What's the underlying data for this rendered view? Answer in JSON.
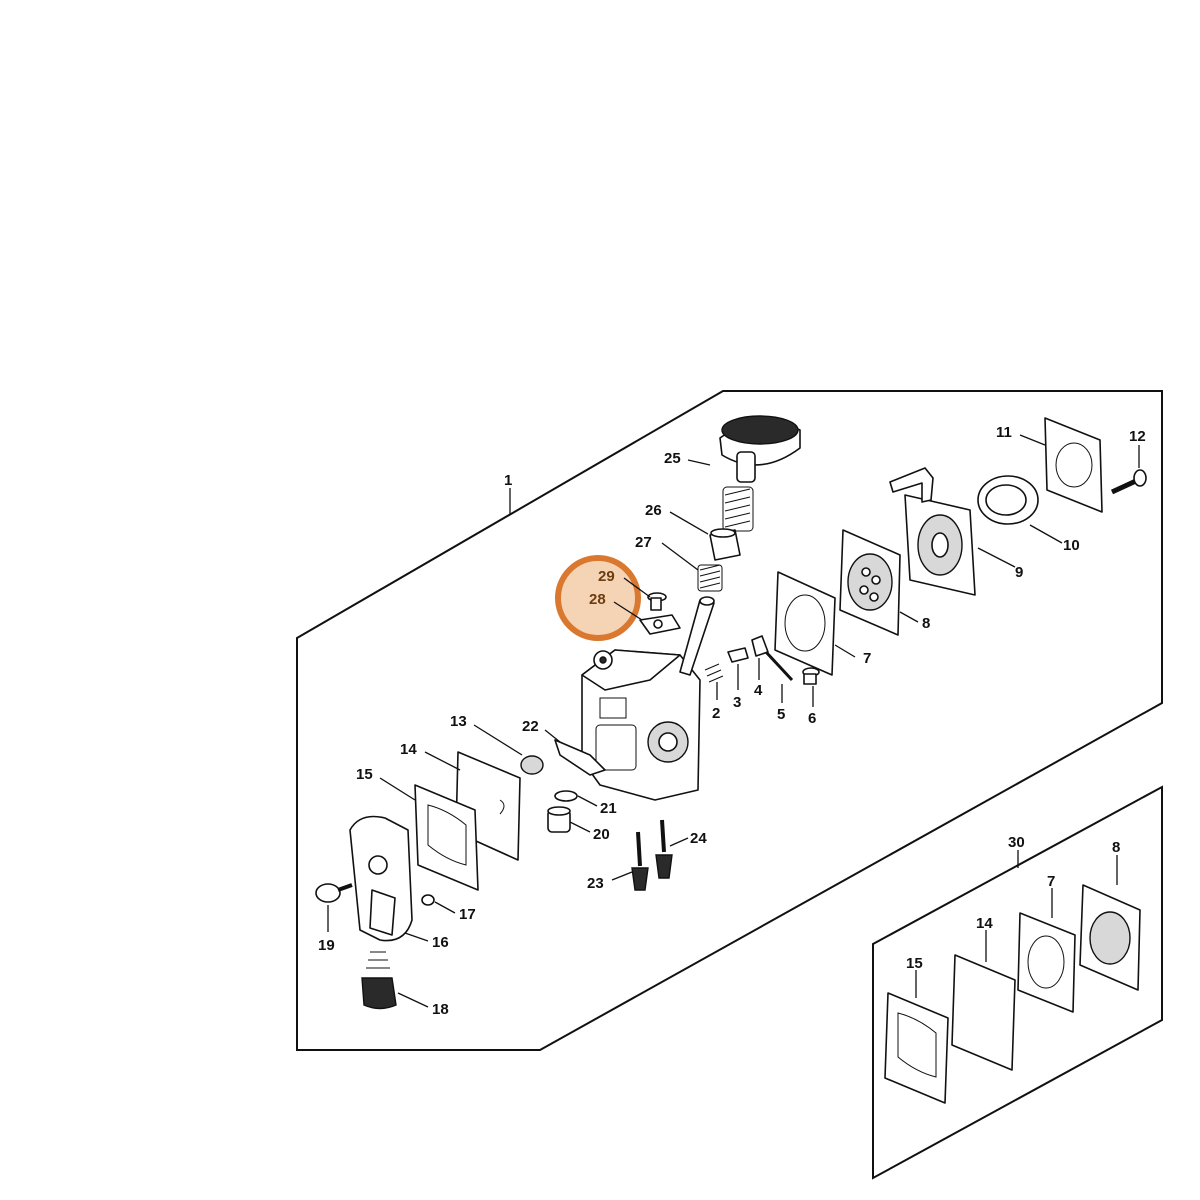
{
  "callouts": {
    "c1": "1",
    "c2": "2",
    "c3": "3",
    "c4": "4",
    "c5": "5",
    "c6": "6",
    "c7": "7",
    "c8": "8",
    "c9": "9",
    "c10": "10",
    "c11": "11",
    "c12": "12",
    "c13": "13",
    "c14": "14",
    "c15": "15",
    "c16": "16",
    "c17": "17",
    "c18": "18",
    "c19": "19",
    "c20": "20",
    "c21": "21",
    "c22": "22",
    "c23": "23",
    "c24": "24",
    "c25": "25",
    "c26": "26",
    "c27": "27",
    "c28": "28",
    "c29": "29",
    "c30": "30",
    "kit_c7": "7",
    "kit_c8": "8",
    "kit_c14": "14",
    "kit_c15": "15"
  },
  "highlight": {
    "items": [
      "29",
      "28"
    ],
    "color": "#f2c49c",
    "ring_color": "#d9782e"
  }
}
